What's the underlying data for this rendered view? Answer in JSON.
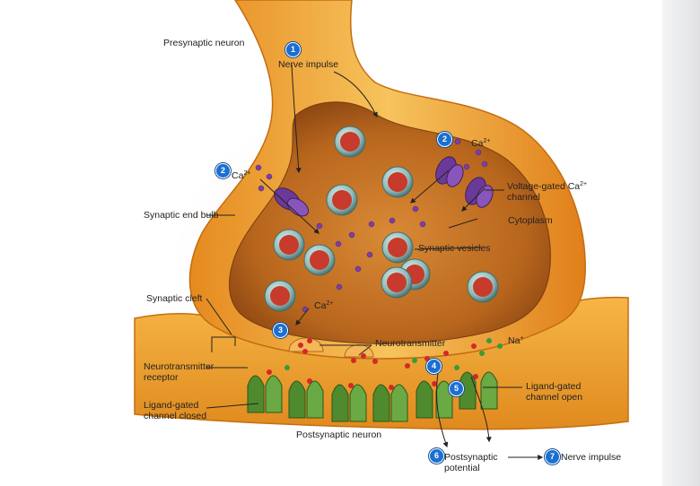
{
  "colors": {
    "membrane": "#f2a838",
    "cytoplasm": "#c06d20",
    "vesicle_core": "#c83a2c",
    "channel": "#6a3a9a",
    "receptor": "#4f8a2e",
    "step_badge": "#1b6fd0"
  },
  "labels": {
    "presynaptic_neuron": "Presynaptic neuron",
    "nerve_impulse_top": "Nerve impulse",
    "synaptic_end_bulb": "Synaptic end bulb",
    "ca_left_base": "Ca",
    "ca_left_sup": "2+",
    "ca_right_base": "Ca",
    "ca_right_sup": "2+",
    "ca_lower_base": "Ca",
    "ca_lower_sup": "2+",
    "voltage_gated_base": "Voltage-gated Ca",
    "voltage_gated_sup": "2+",
    "voltage_gated_line2": "channel",
    "cytoplasm": "Cytoplasm",
    "synaptic_vesicles": "Synaptic vesicles",
    "synaptic_cleft": "Synaptic cleft",
    "neurotransmitter": "Neurotransmitter",
    "na_base": "Na",
    "na_sup": "+",
    "nt_receptor_line1": "Neurotransmitter",
    "nt_receptor_line2": "receptor",
    "ligand_closed_line1": "Ligand-gated",
    "ligand_closed_line2": "channel closed",
    "ligand_open_line1": "Ligand-gated",
    "ligand_open_line2": "channel open",
    "postsynaptic_neuron": "Postsynaptic neuron",
    "postsynaptic_potential_line1": "Postsynaptic",
    "postsynaptic_potential_line2": "potential",
    "nerve_impulse_bottom": "Nerve impulse"
  },
  "steps": {
    "s1": "1",
    "s2a": "2",
    "s2b": "2",
    "s3": "3",
    "s4": "4",
    "s5": "5",
    "s6": "6",
    "s7": "7"
  }
}
